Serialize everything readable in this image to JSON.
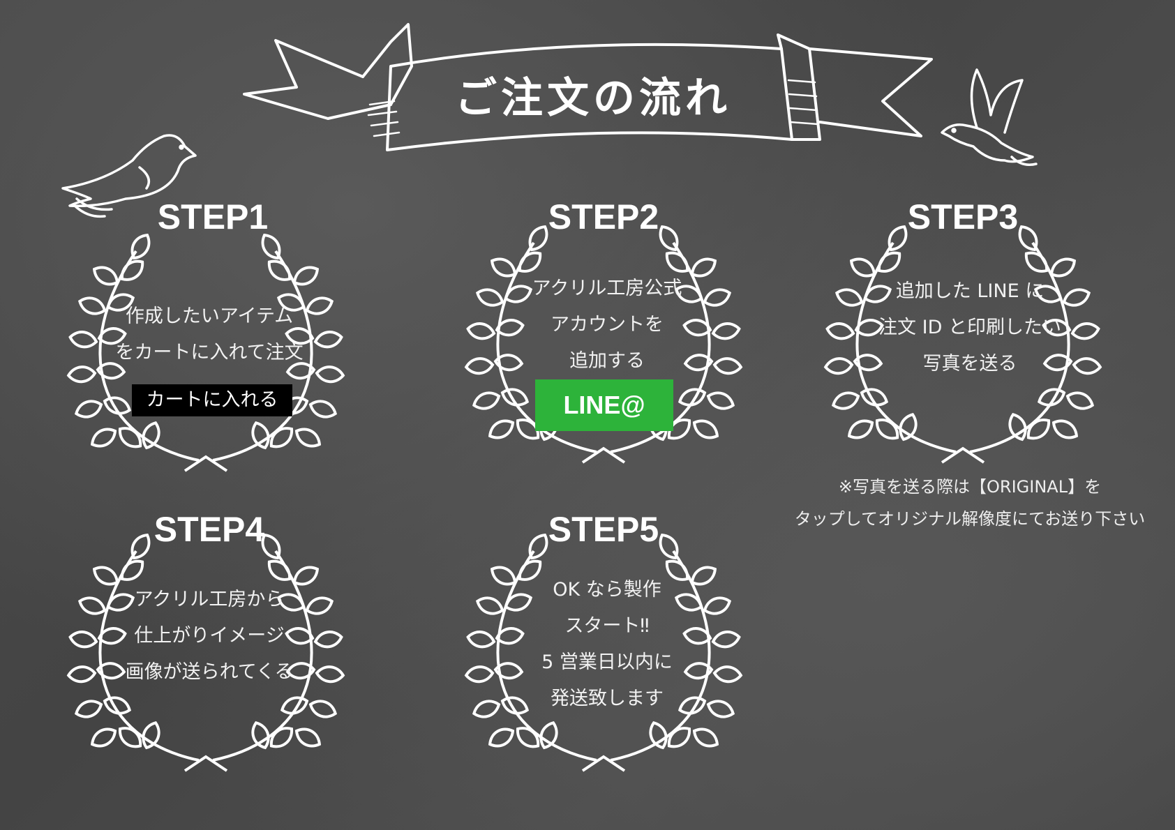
{
  "title": "ご注文の流れ",
  "steps": [
    {
      "label": "STEP1",
      "lines": [
        "作成したいアイテム",
        "をカートに入れて注文"
      ],
      "button": "カートに入れる"
    },
    {
      "label": "STEP2",
      "lines": [
        "アクリル工房公式",
        "アカウントを",
        "追加する"
      ],
      "button": "LINE@"
    },
    {
      "label": "STEP3",
      "lines": [
        "追加した LINE に",
        "注文 ID と印刷したい",
        "写真を送る"
      ]
    },
    {
      "label": "STEP4",
      "lines": [
        "アクリル工房から",
        "仕上がりイメージ",
        "画像が送られてくる"
      ]
    },
    {
      "label": "STEP5",
      "lines": [
        "OK なら製作",
        "スタート‼",
        "5 営業日以内に",
        "発送致します"
      ]
    }
  ],
  "note": {
    "lines": [
      "※写真を送る際は【ORIGINAL】を",
      "タップしてオリジナル解像度にてお送り下さい"
    ]
  },
  "colors": {
    "line_button": "#2db33a",
    "cart_button": "#000000",
    "chalk": "#ffffff"
  },
  "icons": [
    "bird-icon",
    "dove-icon",
    "ribbon-banner",
    "laurel-wreath-icon"
  ]
}
